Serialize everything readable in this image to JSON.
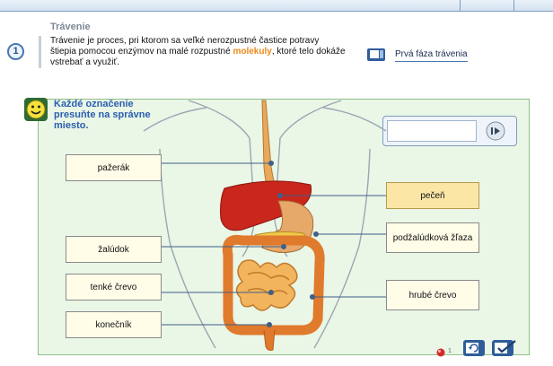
{
  "section_title": "Trávenie",
  "step_number": "1",
  "intro": {
    "text_before": "Trávenie je proces, pri ktorom sa veľké nerozpustné častice potravy štiepia pomocou enzýmov na malé rozpustné",
    "highlight": "molekuly",
    "text_after": ", ktoré telo dokáže vstrebať a využiť."
  },
  "phase_button": {
    "label": "Prvá fáza trávenia",
    "icon": "monitor-icon"
  },
  "instruction": "Každé označenie presuňte na správne miesto.",
  "labels": {
    "esophagus": "pažerák",
    "stomach": "žalúdok",
    "small_intestine": "tenké črevo",
    "rectum": "konečník",
    "liver": "pečeň",
    "pancreas": "podžalúdková žľaza",
    "large_intestine": "hrubé črevo"
  },
  "progress_count": "1",
  "colors": {
    "accent_orange": "#e98a17",
    "instruction_blue": "#2a5fb0",
    "activity_bg": "#eaf6e6",
    "label_bg": "#fffde8",
    "label_active_bg": "#fbe6a6"
  }
}
